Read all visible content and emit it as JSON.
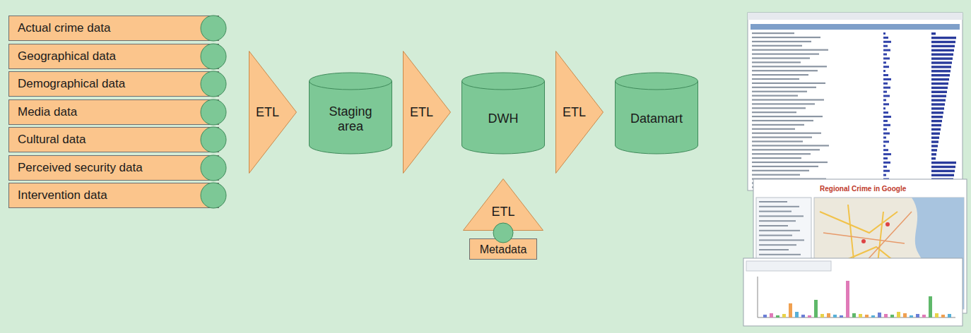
{
  "diagram": {
    "nodes": [
      {
        "text": [
          "Actual crime data"
        ]
      },
      {
        "text": [
          "Geographical data"
        ]
      },
      {
        "text": [
          "Demographical data"
        ]
      },
      {
        "text": [
          "Media data"
        ]
      },
      {
        "text": [
          "Cultural data"
        ]
      },
      {
        "text": [
          "Perceived security data"
        ]
      },
      {
        "text": [
          "Intervention data"
        ]
      },
      {
        "text": [
          "ETL"
        ]
      },
      {
        "text": [
          "Staging area"
        ]
      },
      {
        "text": [
          "ETL"
        ]
      },
      {
        "text": [
          "DWH"
        ]
      },
      {
        "text": [
          "ETL"
        ]
      },
      {
        "text": [
          "Datamart"
        ]
      },
      {
        "text": [
          "ETL"
        ]
      },
      {
        "text": [
          "Metadata"
        ]
      }
    ],
    "labels": [
      "Regional Crime in Google"
    ]
  }
}
